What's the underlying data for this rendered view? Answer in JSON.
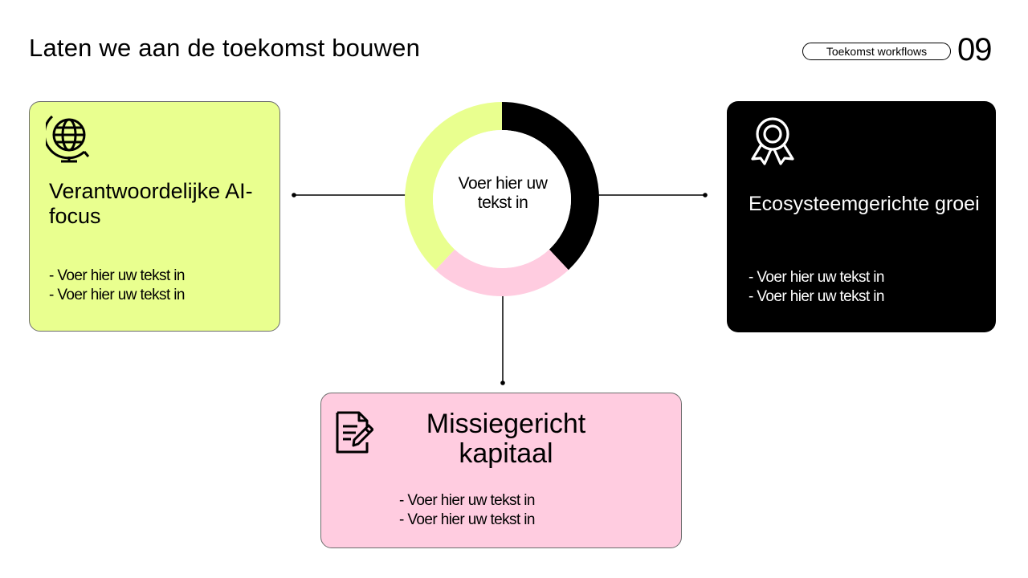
{
  "slide": {
    "title": "Laten we aan de toekomst bouwen",
    "badge": "Toekomst workflows",
    "page_number": "09"
  },
  "hub": {
    "label": "Voer hier uw tekst in",
    "segments": [
      {
        "name": "black",
        "color": "#000000",
        "fraction": 0.38
      },
      {
        "name": "pink",
        "color": "#ffcce0",
        "fraction": 0.24
      },
      {
        "name": "lime",
        "color": "#e9ff8f",
        "fraction": 0.38
      }
    ]
  },
  "cards": {
    "left": {
      "icon": "globe-icon",
      "title": "Verantwoordelijke AI-focus",
      "bullets": [
        "- Voer hier uw tekst in",
        "- Voer hier uw tekst in"
      ],
      "color": "#e9ff8f"
    },
    "right": {
      "icon": "award-ribbon-icon",
      "title": "Ecosysteemgerichte groei",
      "bullets": [
        "- Voer hier uw tekst in",
        "- Voer hier uw tekst in"
      ],
      "color": "#000000"
    },
    "bottom": {
      "icon": "document-edit-icon",
      "title_line1": "Missiegericht",
      "title_line2": "kapitaal",
      "bullets": [
        "- Voer hier uw tekst in",
        "- Voer hier uw tekst in"
      ],
      "color": "#ffcce0"
    }
  }
}
